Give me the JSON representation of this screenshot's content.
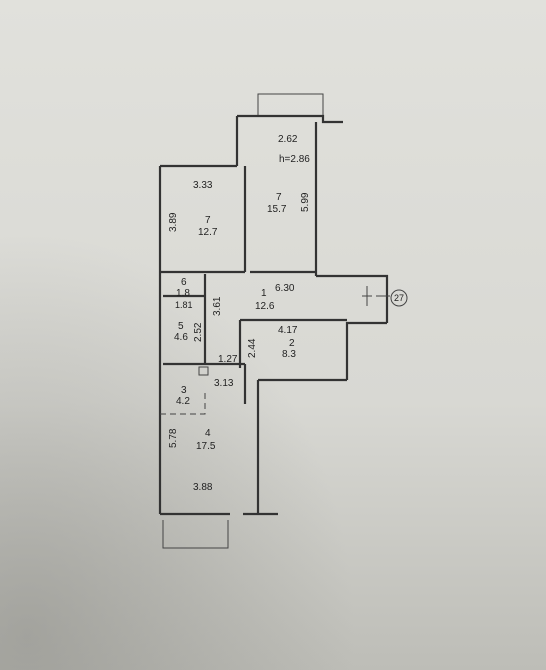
{
  "plan": {
    "height_note": "h=2.86",
    "axis_marker": "27",
    "rooms": [
      {
        "id": "room-7-top-right",
        "number": "7",
        "area": "15.7"
      },
      {
        "id": "room-7-top-left",
        "number": "7",
        "area": "12.7"
      },
      {
        "id": "room-6",
        "number": "6",
        "area": "1.8"
      },
      {
        "id": "room-5",
        "number": "5",
        "area": "4.6"
      },
      {
        "id": "room-1",
        "number": "1",
        "area": "12.6"
      },
      {
        "id": "room-2",
        "number": "2",
        "area": "8.3"
      },
      {
        "id": "room-3",
        "number": "3",
        "area": "4.2"
      },
      {
        "id": "room-4",
        "number": "4",
        "area": "17.5"
      }
    ],
    "dimensions": [
      {
        "id": "dim-2-62",
        "text": "2.62"
      },
      {
        "id": "dim-3-33",
        "text": "3.33"
      },
      {
        "id": "dim-3-89",
        "text": "3.89"
      },
      {
        "id": "dim-5-99",
        "text": "5.99"
      },
      {
        "id": "dim-6-30",
        "text": "6.30"
      },
      {
        "id": "dim-1-81",
        "text": "1.81"
      },
      {
        "id": "dim-3-61",
        "text": "3.61"
      },
      {
        "id": "dim-2-52",
        "text": "2.52"
      },
      {
        "id": "dim-4-17",
        "text": "4.17"
      },
      {
        "id": "dim-2-44",
        "text": "2.44"
      },
      {
        "id": "dim-1-27",
        "text": "1.27"
      },
      {
        "id": "dim-3-13",
        "text": "3.13"
      },
      {
        "id": "dim-5-78",
        "text": "5.78"
      },
      {
        "id": "dim-3-88",
        "text": "3.88"
      }
    ]
  }
}
